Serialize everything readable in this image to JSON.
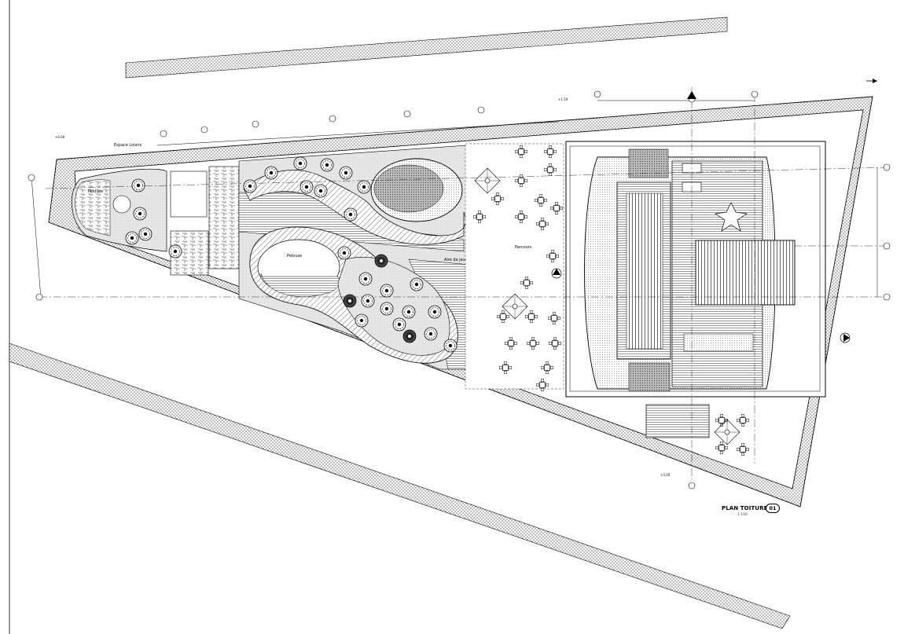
{
  "drawing": {
    "title": "PLAN TOITURE",
    "number": "01",
    "scale": "1:100"
  },
  "labels": {
    "zone_a": "Espace Loisirs",
    "zone_b": "Parcours",
    "zone_c": "Pelouse",
    "zone_d": "Aire de jeu",
    "zone_e": "Pelouse",
    "level_a": "+0.00",
    "level_b": "+1.50",
    "level_c": "+3.20"
  },
  "colors": {
    "ink": "#000000",
    "hatch": "#9a9a9a",
    "paving": "#d9d9d9",
    "background": "#ffffff"
  },
  "icons": {
    "north": "north-arrow-icon",
    "tree": "tree-icon",
    "table": "table-set-icon",
    "section": "section-marker-icon"
  }
}
